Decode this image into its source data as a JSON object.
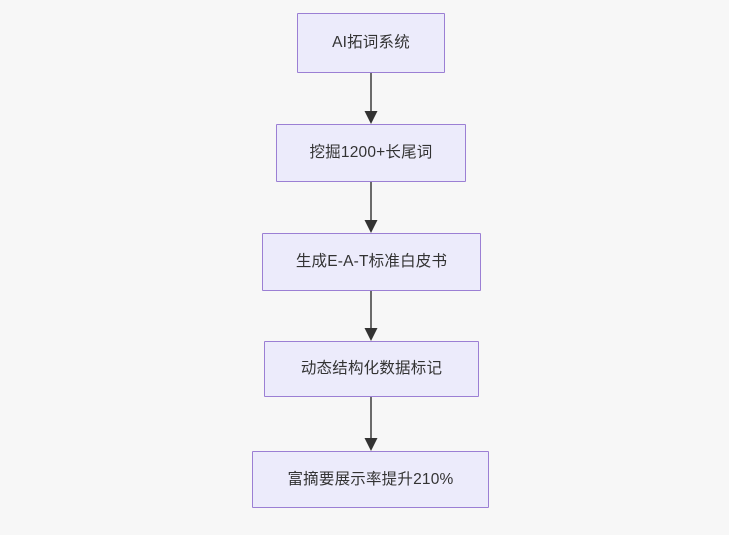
{
  "diagram": {
    "type": "flowchart",
    "direction": "top-to-bottom",
    "background_color": "#f7f7f7",
    "node_fill_color": "#ecebfb",
    "node_border_color": "#9b7fd4",
    "node_text_color": "#333333",
    "edge_line_color": "#6b6b6b",
    "edge_arrow_color": "#333333",
    "nodes": [
      {
        "id": "n1",
        "label": "AI拓词系统"
      },
      {
        "id": "n2",
        "label": "挖掘1200+长尾词"
      },
      {
        "id": "n3",
        "label": "生成E-A-T标准白皮书"
      },
      {
        "id": "n4",
        "label": "动态结构化数据标记"
      },
      {
        "id": "n5",
        "label": "富摘要展示率提升210%"
      }
    ],
    "edges": [
      {
        "from": "n1",
        "to": "n2",
        "label": ""
      },
      {
        "from": "n2",
        "to": "n3",
        "label": ""
      },
      {
        "from": "n3",
        "to": "n4",
        "label": ""
      },
      {
        "from": "n4",
        "to": "n5",
        "label": ""
      }
    ]
  }
}
